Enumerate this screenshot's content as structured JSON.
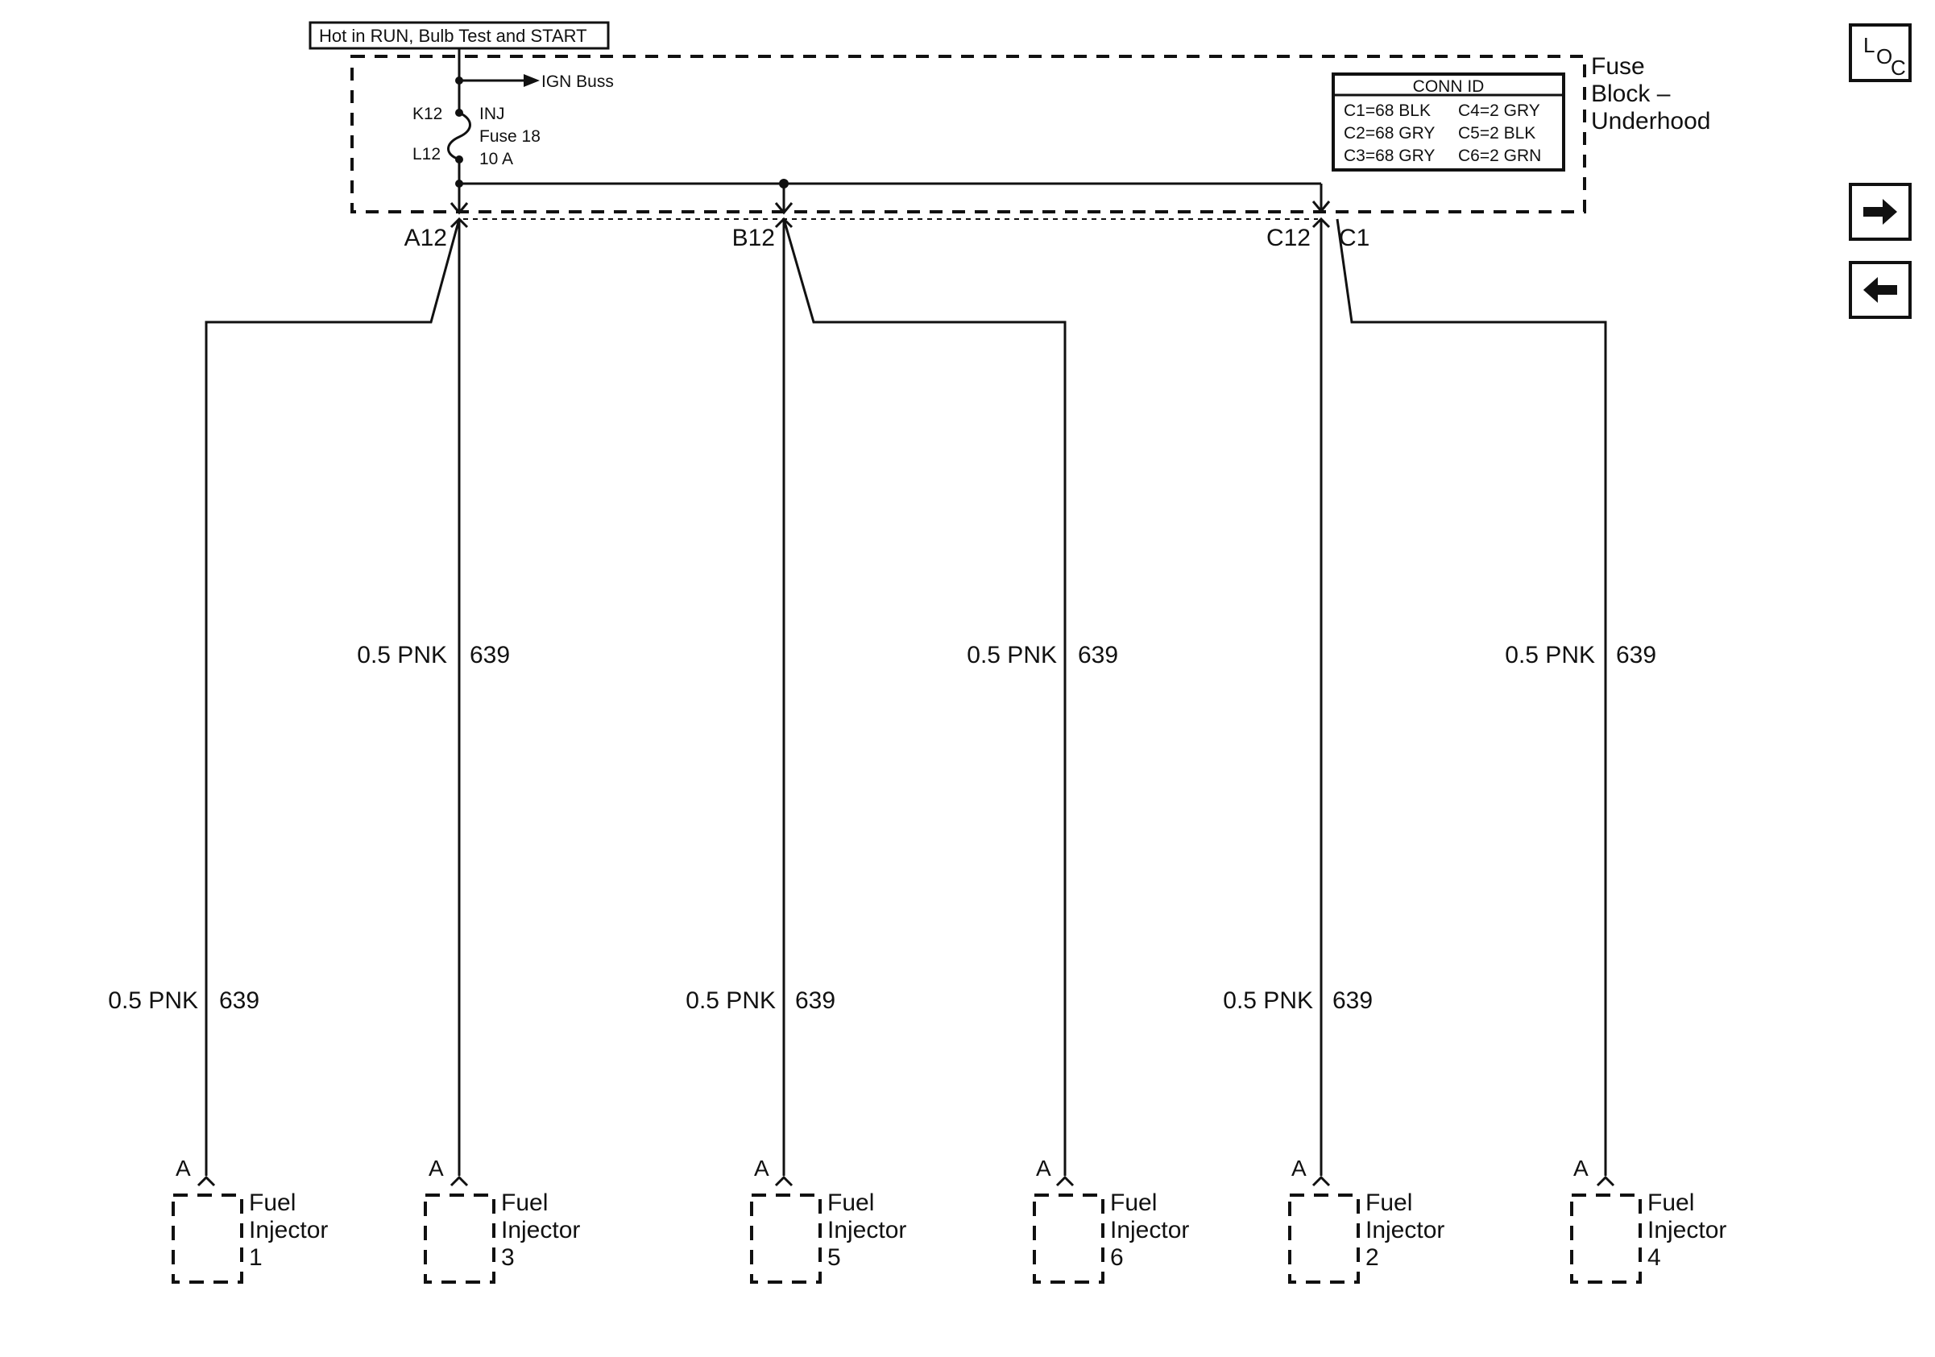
{
  "supply": {
    "hot_label": "Hot in RUN, Bulb Test and START",
    "ign_buss": "IGN Buss",
    "pin_top": "K12",
    "pin_bottom": "L12",
    "fuse_name": "INJ",
    "fuse_number": "Fuse 18",
    "fuse_rating": "10 A"
  },
  "fuse_block": {
    "title_line1": "Fuse",
    "title_line2": "Block –",
    "title_line3": "Underhood"
  },
  "conn_id": {
    "title": "CONN ID",
    "rows": [
      [
        "C1=68 BLK",
        "C4=2 GRY"
      ],
      [
        "C2=68 GRY",
        "C5=2 BLK"
      ],
      [
        "C3=68 GRY",
        "C6=2 GRN"
      ]
    ]
  },
  "connectors": [
    "A12",
    "B12",
    "C12",
    "C1"
  ],
  "wire": {
    "gauge_color": "0.5 PNK",
    "circuit": "639"
  },
  "injector": {
    "pin": "A",
    "line1": "Fuel",
    "line2": "Injector",
    "numbers": [
      "1",
      "3",
      "5",
      "6",
      "2",
      "4"
    ]
  },
  "nav": {
    "loc_l": "L",
    "loc_o": "O",
    "loc_c": "C",
    "next_icon": "arrow-right-icon",
    "prev_icon": "arrow-left-icon"
  }
}
